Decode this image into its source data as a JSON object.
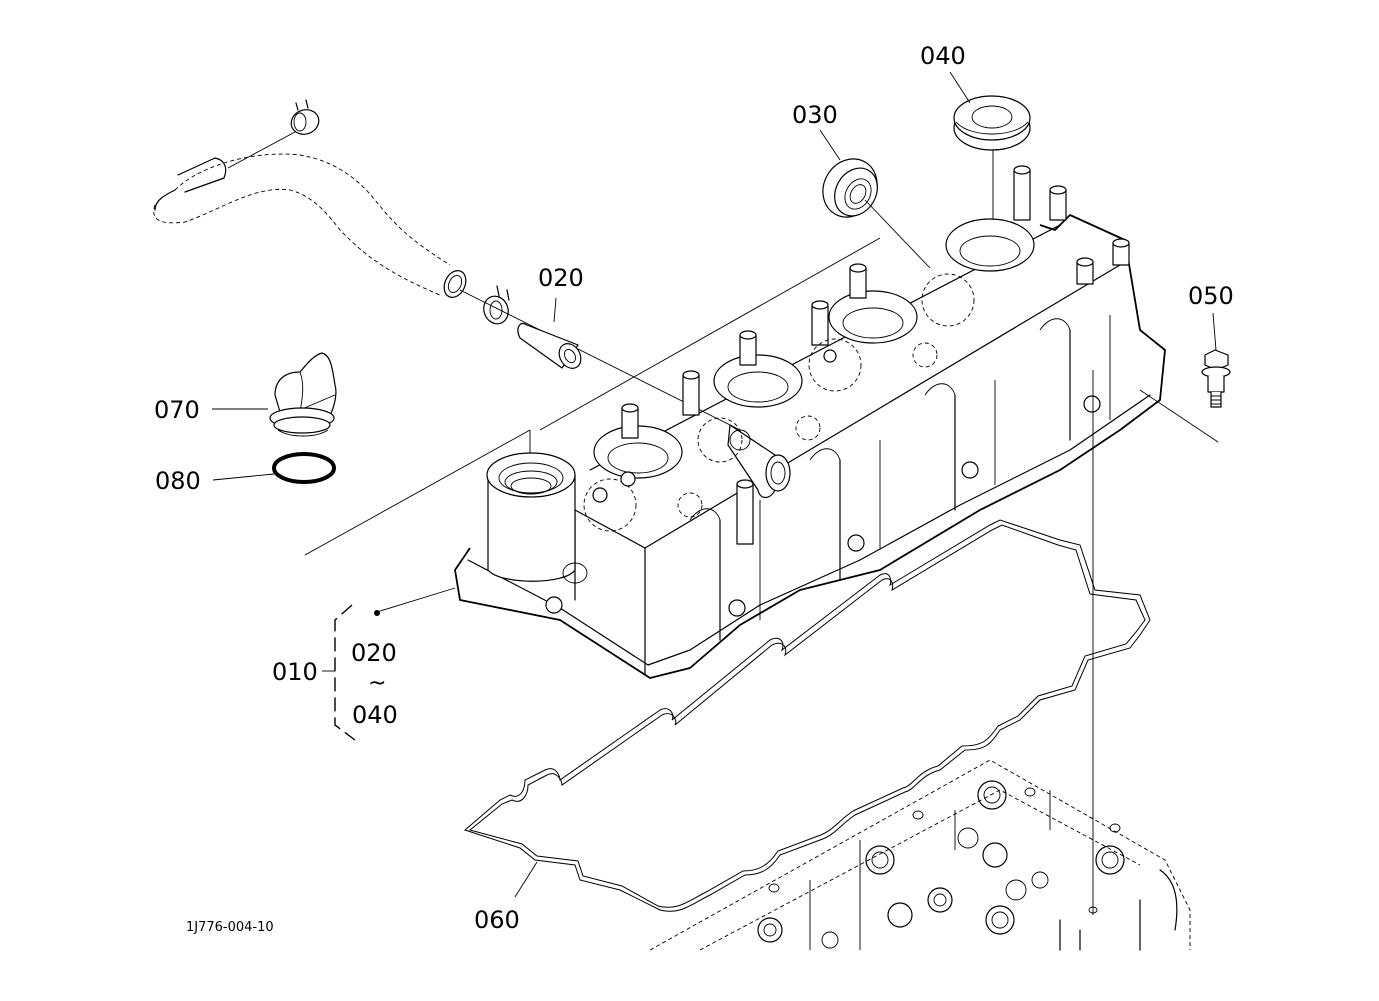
{
  "diagram": {
    "title": "Cylinder head cover exploded view",
    "drawing_number": "1J776-004-10",
    "parts": {
      "p010": "010",
      "p020": "020",
      "p030": "030",
      "p040": "040",
      "p050": "050",
      "p060": "060",
      "p070": "070",
      "p080": "080"
    },
    "assembly_group": {
      "label": "010",
      "range_start": "020",
      "range_separator": "~",
      "range_end": "040"
    }
  }
}
